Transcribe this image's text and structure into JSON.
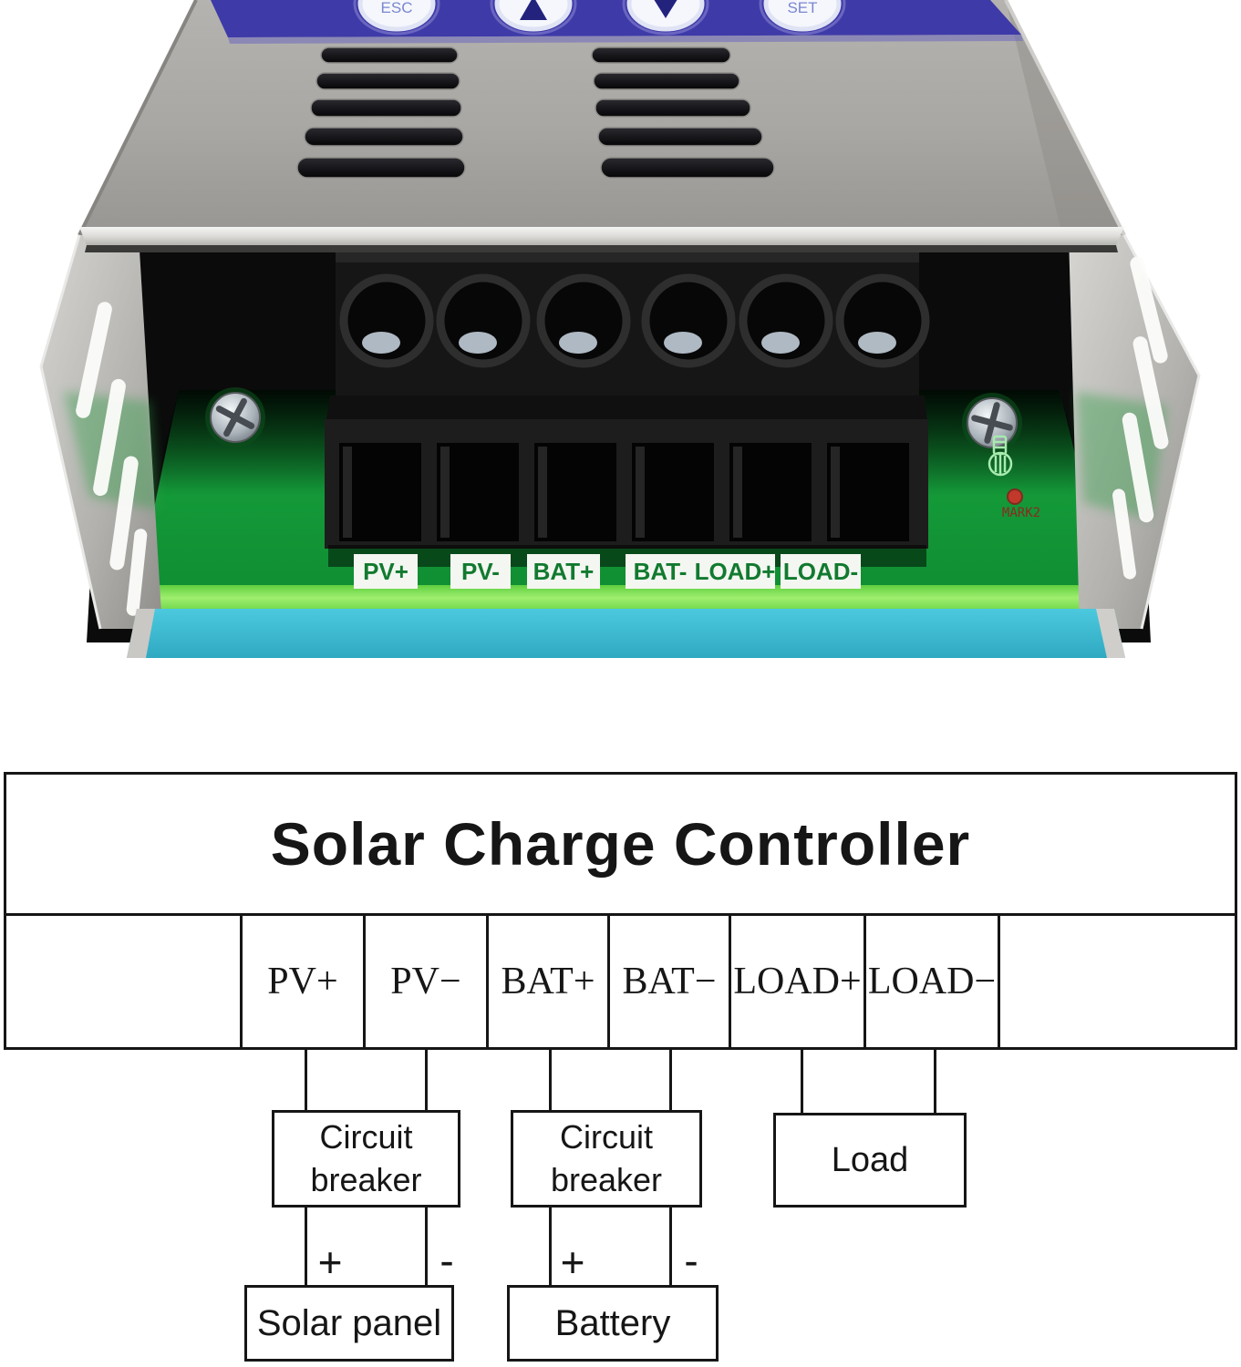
{
  "photo": {
    "button_esc": "ESC",
    "button_set": "SET",
    "button_up_icon": "up-triangle",
    "button_down_icon": "down-triangle",
    "pcb_labels": [
      "PV+",
      "PV-",
      "BAT+",
      "BAT-",
      "LOAD+",
      "LOAD-"
    ],
    "mark_label": "MARK2",
    "colors": {
      "panel_blue": "#3e3aa8",
      "metal_gray": "#aaa8a4",
      "pcb_green": "#128f35",
      "pcb_edge_green": "#8be65a",
      "cyan_strip": "#3fc3d8",
      "terminal_block": "#161616"
    }
  },
  "diagram": {
    "title": "Solar Charge Controller",
    "terminals": [
      "PV+",
      "PV−",
      "BAT+",
      "BAT−",
      "LOAD+",
      "LOAD−"
    ],
    "circuit_breaker_pv": "Circuit breaker",
    "circuit_breaker_bat": "Circuit breaker",
    "load": "Load",
    "solar_panel": "Solar panel",
    "battery": "Battery",
    "plus": "+",
    "minus": "-"
  }
}
